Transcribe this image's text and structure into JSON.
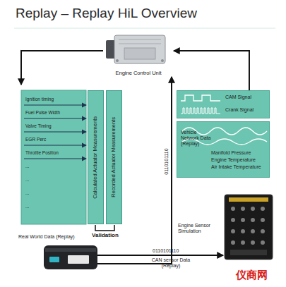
{
  "diagram": {
    "title": "Replay – Replay HiL Overview",
    "nodes": [
      {
        "text": [
          "Engine Control Unit"
        ]
      },
      {
        "text": [
          "Calculated Actuator Measurements"
        ]
      },
      {
        "text": [
          "Recorded Actuator Measurements"
        ]
      },
      {
        "text": [
          "CAM Signal",
          "Crank Signal"
        ]
      },
      {
        "text": [
          "Manifold Pressure",
          "Engine Temperature",
          "Air Intake Temperature"
        ]
      },
      {
        "text": [
          "Engine Sensor Simulation"
        ]
      },
      {
        "text": [
          "Real World Data (Replay)"
        ]
      }
    ],
    "edges": [
      {
        "from": 3,
        "to": 0,
        "arrow": "to"
      },
      {
        "from": 6,
        "to": 0,
        "arrow": "to",
        "label": "Vehicle Network Data (Replay)"
      },
      {
        "from": 6,
        "to": 5,
        "arrow": "to",
        "label": "CAN sensor Data (Replay)"
      }
    ],
    "labels": [
      "Ignition timing",
      "Fuel Pulse Width",
      "Valve Timing",
      "EGR Perc",
      "Throttle Position",
      "...",
      "...",
      "...",
      "...",
      "0110101110",
      "Validation",
      "0110101110",
      "仪商网"
    ]
  }
}
